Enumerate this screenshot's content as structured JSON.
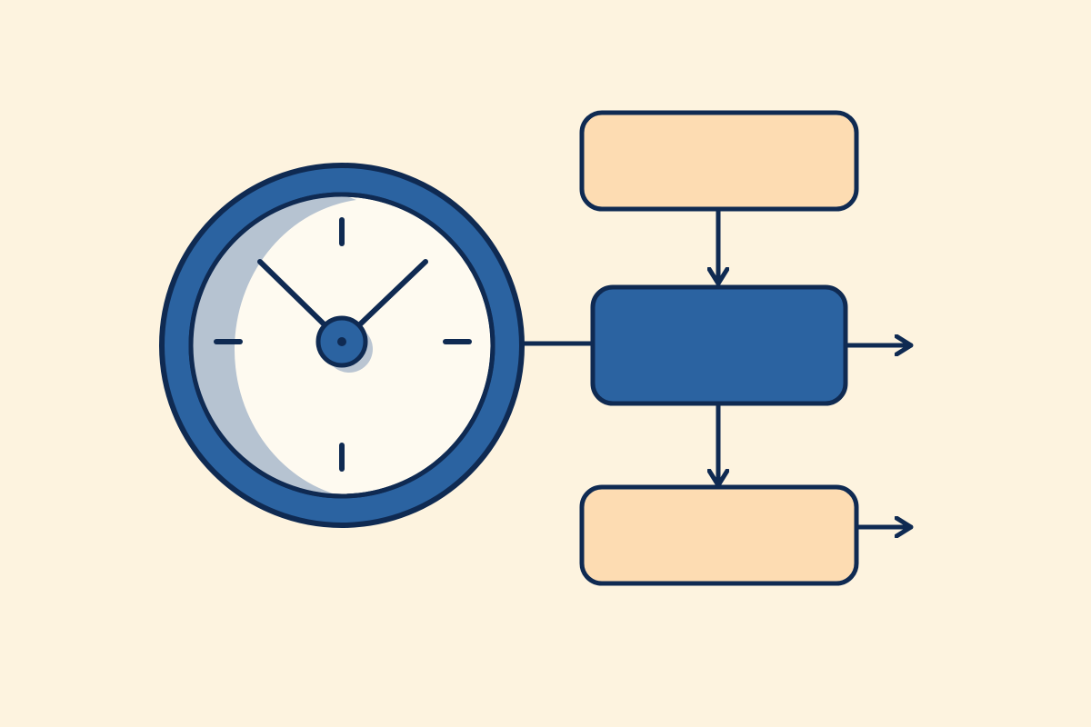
{
  "colors": {
    "background": "#fdf3df",
    "outline": "#0f2a52",
    "primary_blue": "#2b63a1",
    "peach": "#fddcb2",
    "clock_face": "#fefaf0",
    "clock_shadow": "#a9b8cb"
  },
  "icons": {
    "left": "clock-icon",
    "right": "process-flowchart"
  },
  "flowchart": {
    "nodes": [
      {
        "id": "top-box",
        "fill": "peach",
        "label": ""
      },
      {
        "id": "middle-box",
        "fill": "primary_blue",
        "label": ""
      },
      {
        "id": "bottom-box",
        "fill": "peach",
        "label": ""
      }
    ],
    "edges": [
      {
        "from": "top-box",
        "to": "middle-box"
      },
      {
        "from": "middle-box",
        "to": "bottom-box"
      },
      {
        "from": "middle-box",
        "to": "output-right"
      },
      {
        "from": "bottom-box",
        "to": "output-right"
      },
      {
        "from": "clock",
        "to": "middle-box"
      }
    ]
  }
}
